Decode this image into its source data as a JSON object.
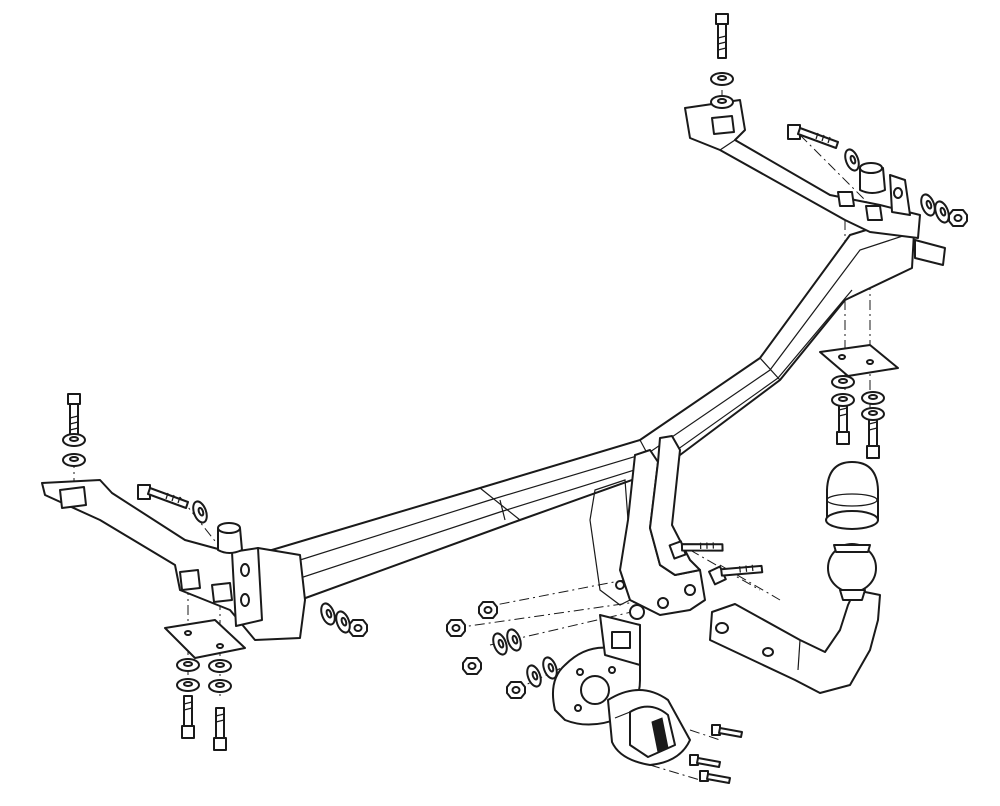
{
  "diagram": {
    "kind": "exploded-assembly",
    "subject": "towbar",
    "colors": {
      "line": "#1a1a1a",
      "background": "#ffffff"
    },
    "parts": [
      "crossbar",
      "left-mounting-bracket",
      "right-mounting-bracket",
      "left-bottom-plate",
      "right-bottom-plate",
      "center-drop-bracket",
      "tow-ball-neck",
      "tow-ball",
      "ball-cover-cap",
      "socket-plate",
      "electrical-socket",
      "bolts",
      "nuts",
      "washers",
      "spacers"
    ]
  }
}
